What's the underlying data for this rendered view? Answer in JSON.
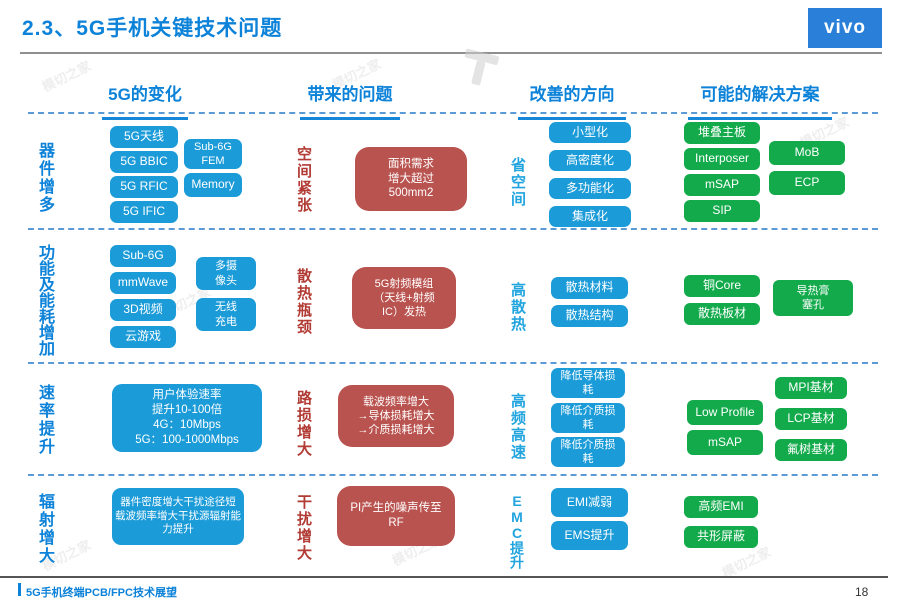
{
  "title": "2.3、5G手机关键技术问题",
  "logo": "vivo",
  "page_number": "18",
  "footer": "5G手机终端PCB/FPC技术展望",
  "watermark": "模切之家",
  "colors": {
    "accent_blue": "#0c82d8",
    "box_blue": "#1b9bd8",
    "box_green": "#12aa4b",
    "box_red": "#b9534f",
    "label_red": "#b23c35",
    "label_cyan": "#22a5de"
  },
  "headers": [
    "5G的变化",
    "带来的问题",
    "改善的方向",
    "可能的解决方案"
  ],
  "rows": [
    {
      "label": "器件增多",
      "changes": [
        "5G天线",
        "5G BBIC",
        "5G RFIC",
        "5G IFIC"
      ],
      "changes2": [
        "Sub-6G\nFEM",
        "Memory"
      ],
      "problem_label": "空间紧张",
      "problem": "面积需求\n增大超过\n500mm2",
      "direction_label": "省空间",
      "directions": [
        "小型化",
        "高密度化",
        "多功能化",
        "集成化"
      ],
      "solutions": [
        "堆叠主板",
        "Interposer",
        "mSAP",
        "SIP"
      ],
      "solutions2": [
        "MoB",
        "ECP"
      ]
    },
    {
      "label": "功能及能耗增加",
      "changes": [
        "Sub-6G",
        "mmWave",
        "3D视频",
        "云游戏"
      ],
      "changes2": [
        "多摄\n像头",
        "无线\n充电"
      ],
      "problem_label": "散热瓶颈",
      "problem": "5G射频模组\n（天线+射频\nIC）发热",
      "direction_label": "高散热",
      "directions": [
        "散热材料",
        "散热结构"
      ],
      "solutions": [
        "铜Core",
        "散热板材"
      ],
      "solutions2": [
        "导热膏\n塞孔"
      ]
    },
    {
      "label": "速率提升",
      "changes_box": "用户体验速率\n提升10-100倍\n4G：10Mbps\n5G：100-1000Mbps",
      "problem_label": "路损增大",
      "problem": "载波频率增大\n→导体损耗增大\n→介质损耗增大",
      "direction_label": "高频高速",
      "directions": [
        "降低导体损\n耗",
        "降低介质损\n耗",
        "降低介质损\n耗"
      ],
      "solutions": [
        "Low Profile",
        "mSAP"
      ],
      "solutions2": [
        "MPI基材",
        "LCP基材",
        "氟树基材"
      ]
    },
    {
      "label": "辐射增大",
      "changes_box": "器件密度增大干扰途径短\n载波频率增大干扰源辐射能力提升",
      "problem_label": "干扰增大",
      "problem": "PI产生的噪声传至\nRF",
      "direction_label": "EMC提升",
      "directions": [
        "EMI减弱",
        "EMS提升"
      ],
      "solutions": [
        "高频EMI",
        "共形屏蔽"
      ]
    }
  ]
}
